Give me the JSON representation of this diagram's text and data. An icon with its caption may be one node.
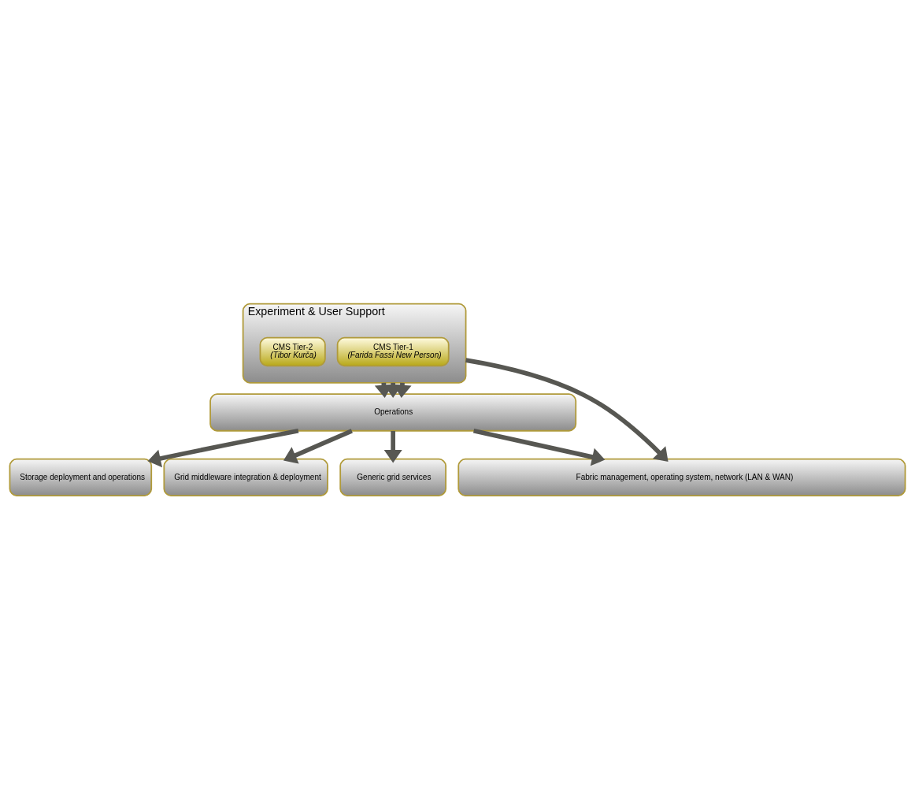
{
  "diagram": {
    "nodes": [
      {
        "text": [
          "Experiment & User Support"
        ]
      },
      {
        "text": [
          "CMS Tier-1",
          "(Farida Fassi New Person)"
        ],
        "in": 0
      },
      {
        "text": [
          "CMS Tier-2",
          "(Tibor Kurča)"
        ],
        "in": 0
      },
      {
        "text": [
          "Operations"
        ]
      },
      {
        "text": [
          "Storage deployment and operations"
        ]
      },
      {
        "text": [
          "Grid middleware integration & deployment"
        ]
      },
      {
        "text": [
          "Generic grid services"
        ]
      },
      {
        "text": [
          "Fabric management, operating system, network (LAN & WAN)"
        ]
      }
    ],
    "edges": [
      {
        "from": 0,
        "to": 3,
        "arrow": "to"
      },
      {
        "from": 0,
        "to": 3,
        "arrow": "to"
      },
      {
        "from": 0,
        "to": 3,
        "arrow": "to"
      },
      {
        "from": 3,
        "to": 4,
        "arrow": "to"
      },
      {
        "from": 3,
        "to": 5,
        "arrow": "to"
      },
      {
        "from": 3,
        "to": 6,
        "arrow": "to"
      },
      {
        "from": 3,
        "to": 7,
        "arrow": "to"
      },
      {
        "from": 0,
        "to": 7,
        "arrow": "to"
      }
    ]
  }
}
